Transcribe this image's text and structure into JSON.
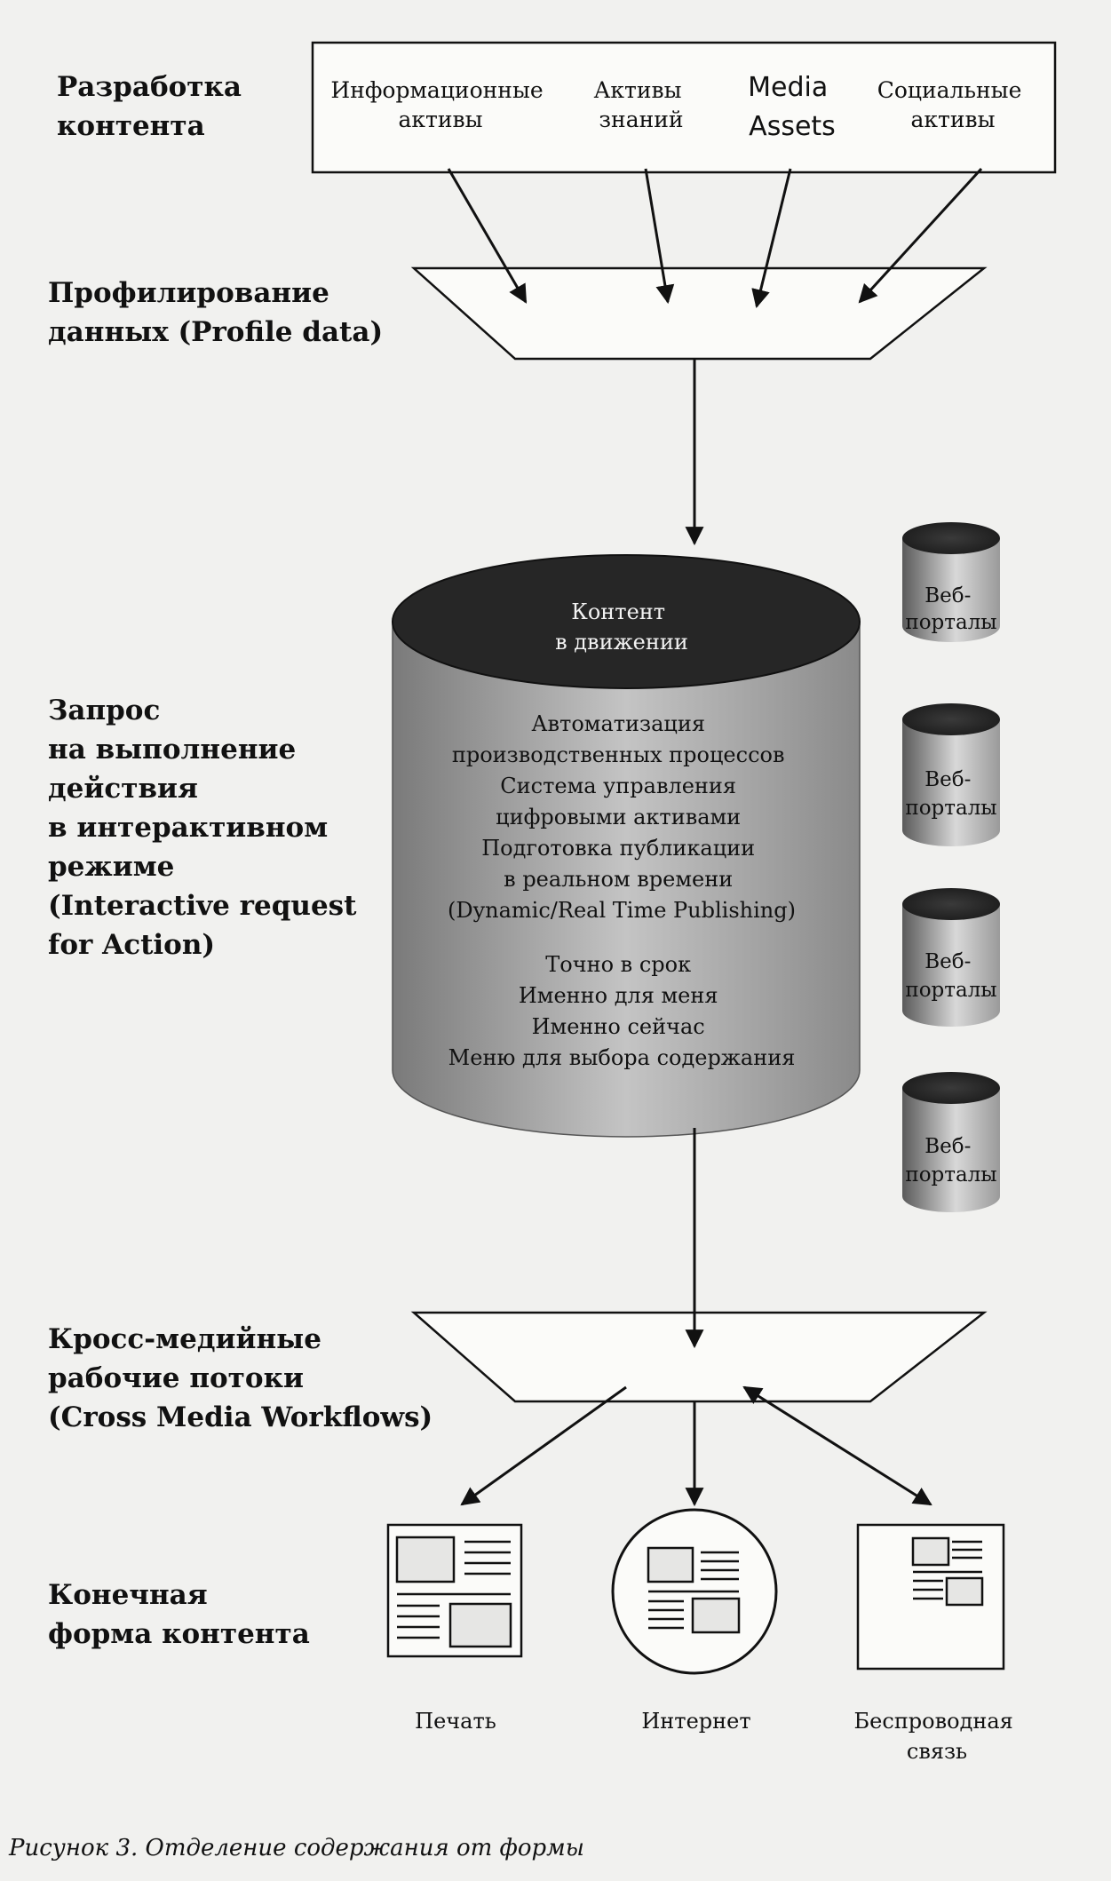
{
  "stages": {
    "content_development": [
      "Разработка",
      "контента"
    ],
    "profile_data": [
      "Профилирование",
      "данных (Profile data)"
    ],
    "interactive_request": [
      "Запрос",
      "на выполнение",
      "действия",
      "в интерактивном",
      "режиме",
      "(Interactive request",
      "for Action)"
    ],
    "cross_media": [
      "Кросс-медийные",
      "рабочие потоки",
      "(Cross Media Workflows)"
    ],
    "final_form": [
      "Конечная",
      "форма контента"
    ]
  },
  "sources": [
    [
      "Информационные",
      "активы"
    ],
    [
      "Активы",
      "знаний"
    ],
    [
      "Media",
      "Assets"
    ],
    [
      "Социальные",
      "активы"
    ]
  ],
  "cylinder": {
    "top_label": [
      "Контент",
      "в движении"
    ],
    "processes": [
      "Автоматизация",
      "производственных процессов",
      "Система управления",
      "цифровыми активами",
      "Подготовка публикации",
      "в реальном времени",
      "(Dynamic/Real Time Publishing)"
    ],
    "features": [
      "Точно в срок",
      "Именно для меня",
      "Именно сейчас",
      "Меню для выбора содержания"
    ]
  },
  "portals": [
    [
      "Веб-",
      "порталы"
    ],
    [
      "Веб-",
      "порталы"
    ],
    [
      "Веб-",
      "порталы"
    ],
    [
      "Веб-",
      "порталы"
    ]
  ],
  "outputs": [
    [
      "Печать"
    ],
    [
      "Интернет"
    ],
    [
      "Беспроводная",
      "связь"
    ]
  ],
  "caption": "Рисунок 3. Отделение содержания от формы",
  "colors": {
    "ink": "#111111",
    "paper": "#f1f1ef",
    "cylinder_dark": "#262626"
  }
}
